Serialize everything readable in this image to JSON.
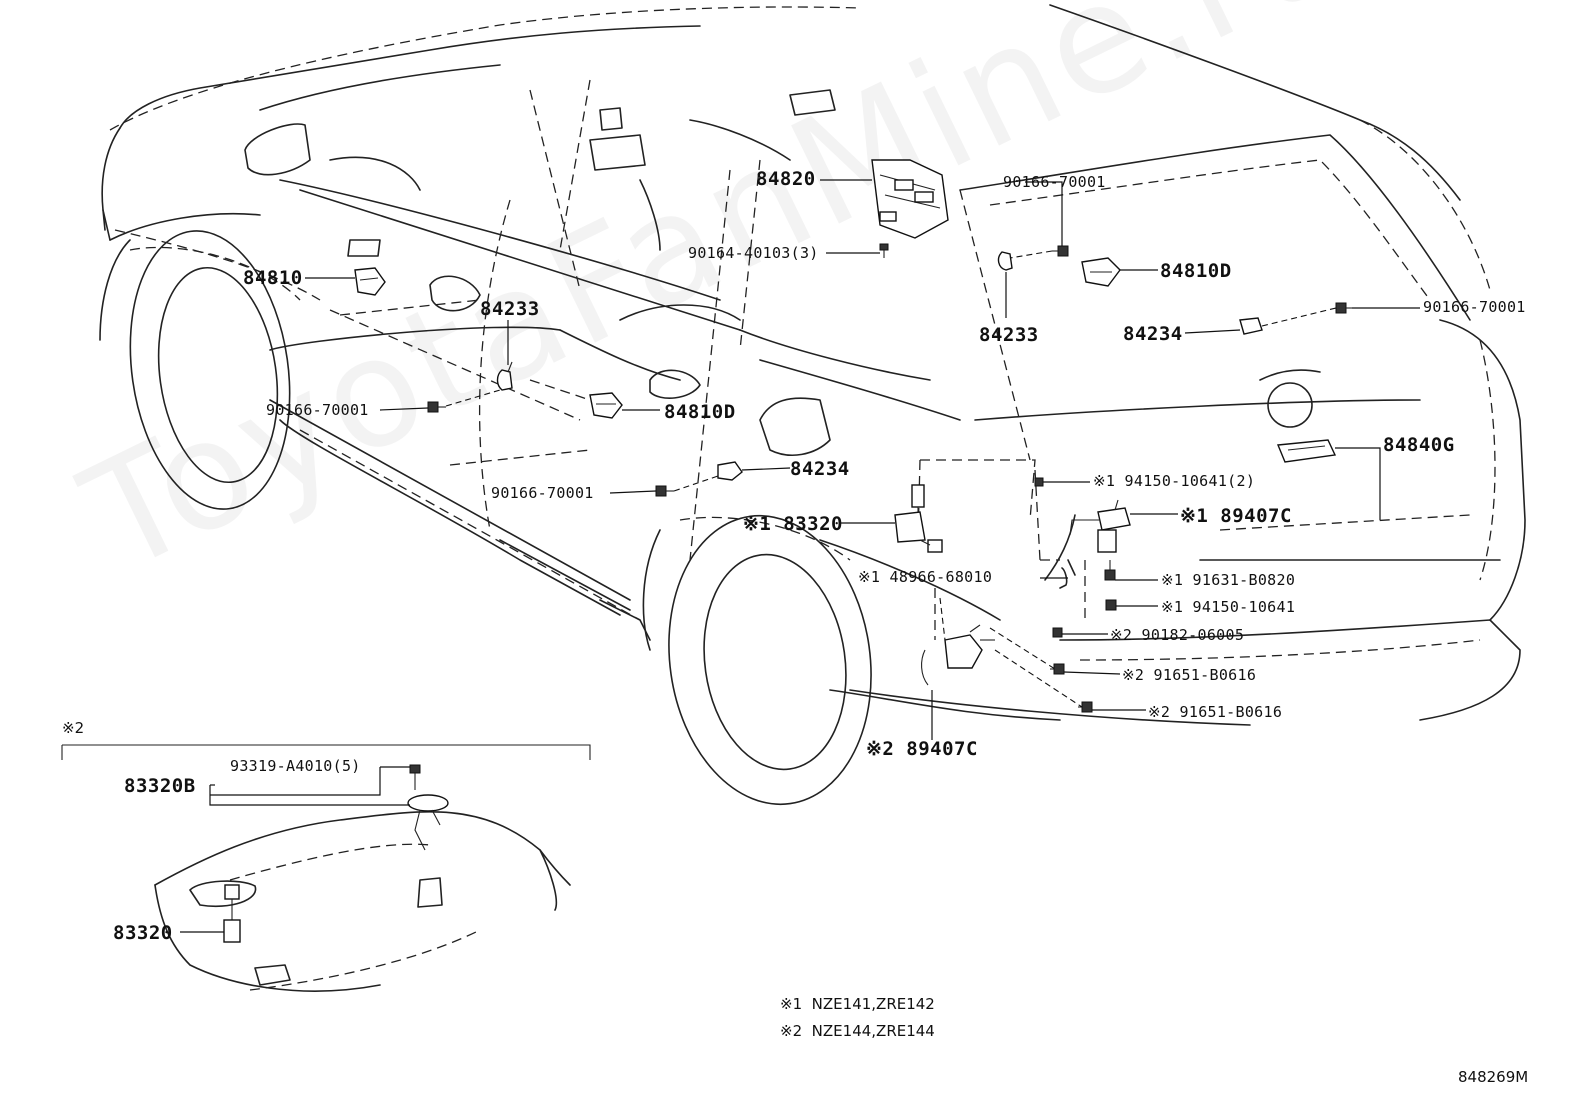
{
  "watermark": "ToyotaFanMine.ru",
  "diagram_id": "848269M",
  "labels": [
    {
      "id": "84820",
      "text": "84820"
    },
    {
      "id": "90166-70001-a",
      "text": "90166-70001"
    },
    {
      "id": "90164-40103",
      "text": "90164-40103(3)"
    },
    {
      "id": "84810D-a",
      "text": "84810D"
    },
    {
      "id": "84810",
      "text": "84810"
    },
    {
      "id": "84233-a",
      "text": "84233"
    },
    {
      "id": "84233-b",
      "text": "84233"
    },
    {
      "id": "84234-a",
      "text": "84234"
    },
    {
      "id": "90166-70001-b",
      "text": "90166-70001"
    },
    {
      "id": "90166-70001-c",
      "text": "90166-70001"
    },
    {
      "id": "84810D-b",
      "text": "84810D"
    },
    {
      "id": "84234-b",
      "text": "84234"
    },
    {
      "id": "84840G",
      "text": "84840G"
    },
    {
      "id": "94150-10641-2",
      "text": "※1 94150-10641(2)"
    },
    {
      "id": "90166-70001-d",
      "text": "90166-70001"
    },
    {
      "id": "83320-a",
      "text": "※1 83320"
    },
    {
      "id": "89407C-a",
      "text": "※1 89407C"
    },
    {
      "id": "48966-68010",
      "text": "※1 48966-68010"
    },
    {
      "id": "91631-B0820",
      "text": "※1 91631-B0820"
    },
    {
      "id": "94150-10641",
      "text": "※1 94150-10641"
    },
    {
      "id": "90182-06005",
      "text": "※2 90182-06005"
    },
    {
      "id": "91651-B0616-a",
      "text": "※2 91651-B0616"
    },
    {
      "id": "91651-B0616-b",
      "text": "※2 91651-B0616"
    },
    {
      "id": "89407C-b",
      "text": "※2 89407C"
    },
    {
      "id": "inset-mark",
      "text": "※2"
    },
    {
      "id": "93319-A4010",
      "text": "93319-A4010(5)"
    },
    {
      "id": "83320B",
      "text": "83320B"
    },
    {
      "id": "83320-b",
      "text": "83320"
    }
  ],
  "legend": [
    {
      "mark": "※1",
      "text": "NZE141,ZRE142"
    },
    {
      "mark": "※2",
      "text": "NZE144,ZRE144"
    }
  ]
}
